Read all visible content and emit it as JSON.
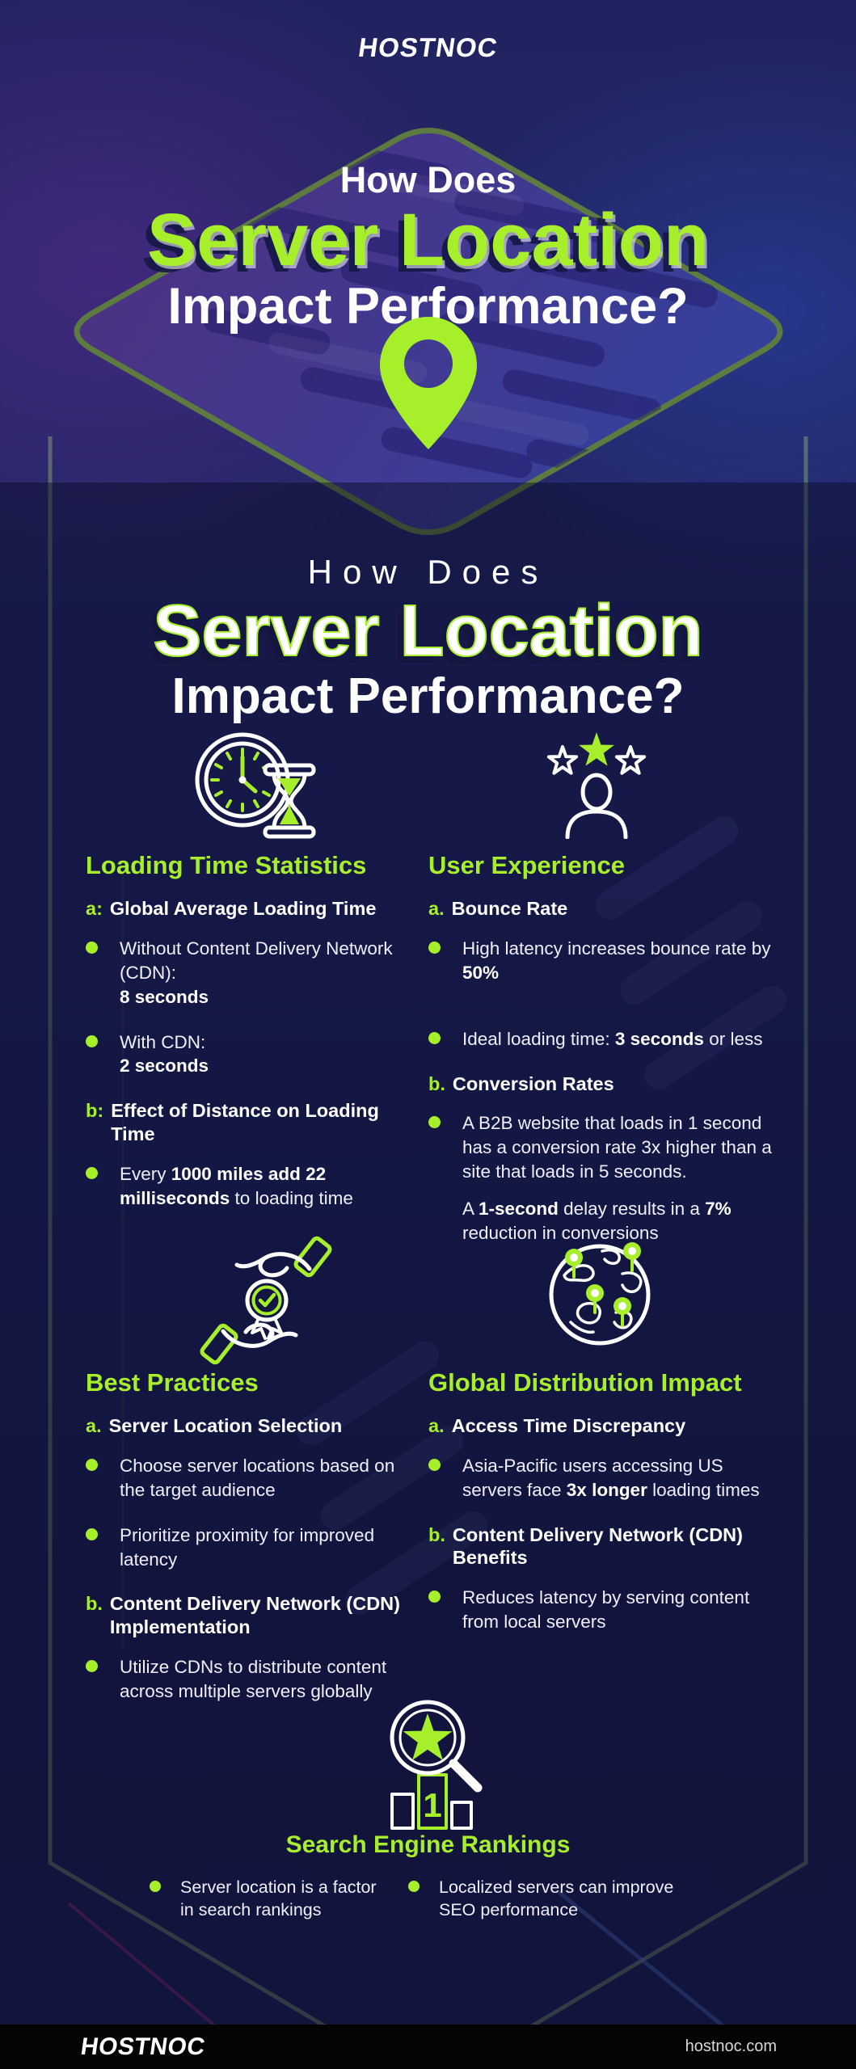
{
  "brand": {
    "logo_text": "HOSTNOC",
    "website": "hostnoc.com"
  },
  "colors": {
    "accent_green": "#a6ef2a",
    "deep_navy": "#1d2157",
    "panel_navy": "#151839",
    "footer_black": "#040404",
    "text_white": "#ffffff"
  },
  "hero": {
    "line1": "How Does",
    "line2": "Server Location",
    "line3": "Impact Performance?"
  },
  "main_title": {
    "line1": "How Does",
    "line2": "Server Location",
    "line3": "Impact Performance?"
  },
  "loading_stats": {
    "icon": "clock-hourglass-icon",
    "heading": "Loading Time Statistics",
    "sub_a": {
      "prefix": "a:",
      "label": "Global Average Loading Time"
    },
    "bullet1": {
      "text": "Without Content Delivery Network (CDN):",
      "value": "8 seconds"
    },
    "bullet2": {
      "text": "With CDN:",
      "value": "2 seconds"
    },
    "sub_b": {
      "prefix": "b:",
      "label": "Effect of Distance on Loading Time"
    },
    "bullet3": {
      "pre": "Every ",
      "bold": "1000 miles add 22 milliseconds",
      "post": " to loading time"
    }
  },
  "user_experience": {
    "icon": "user-stars-icon",
    "heading": "User Experience",
    "sub_a": {
      "prefix": "a.",
      "label": "Bounce Rate"
    },
    "bullet1": {
      "pre": "High latency increases bounce rate by ",
      "bold": "50%",
      "post": ""
    },
    "bullet2": {
      "pre": "Ideal loading time: ",
      "bold": "3 seconds",
      "post": " or less"
    },
    "sub_b": {
      "prefix": "b.",
      "label": "Conversion Rates"
    },
    "bullet3": {
      "text": "A B2B website that loads in 1 second has a conversion rate 3x higher than a site that loads in 5 seconds."
    },
    "para": {
      "pre": "A ",
      "bold1": "1-second",
      "mid": " delay results in a ",
      "bold2": "7%",
      "post": " reduction in conversions"
    }
  },
  "best_practices": {
    "icon": "hands-medal-icon",
    "heading": "Best Practices",
    "sub_a": {
      "prefix": "a.",
      "label": "Server Location Selection"
    },
    "bullet1": {
      "text": "Choose server locations based on the target audience"
    },
    "bullet2": {
      "text": "Prioritize proximity for improved latency"
    },
    "sub_b": {
      "prefix": "b.",
      "label": "Content Delivery Network (CDN) Implementation"
    },
    "bullet3": {
      "text": "Utilize CDNs to distribute content across multiple servers globally"
    }
  },
  "global_distribution": {
    "icon": "globe-pins-icon",
    "heading": "Global Distribution Impact",
    "sub_a": {
      "prefix": "a.",
      "label": "Access Time Discrepancy"
    },
    "bullet1": {
      "pre": "Asia-Pacific users accessing US servers face ",
      "bold": "3x longer",
      "post": " loading times"
    },
    "sub_b": {
      "prefix": "b.",
      "label": "Content Delivery Network (CDN) Benefits"
    },
    "bullet2": {
      "text": "Reduces latency by serving content from local servers"
    }
  },
  "search_rankings": {
    "icon": "search-rank-icon",
    "heading": "Search Engine Rankings",
    "rank_number": "1",
    "bullet_left": {
      "text": "Server location is a factor in search rankings"
    },
    "bullet_right": {
      "text": "Localized servers can improve SEO performance"
    }
  },
  "footer": {
    "logo_text": "HOSTNOC",
    "website": "hostnoc.com"
  }
}
